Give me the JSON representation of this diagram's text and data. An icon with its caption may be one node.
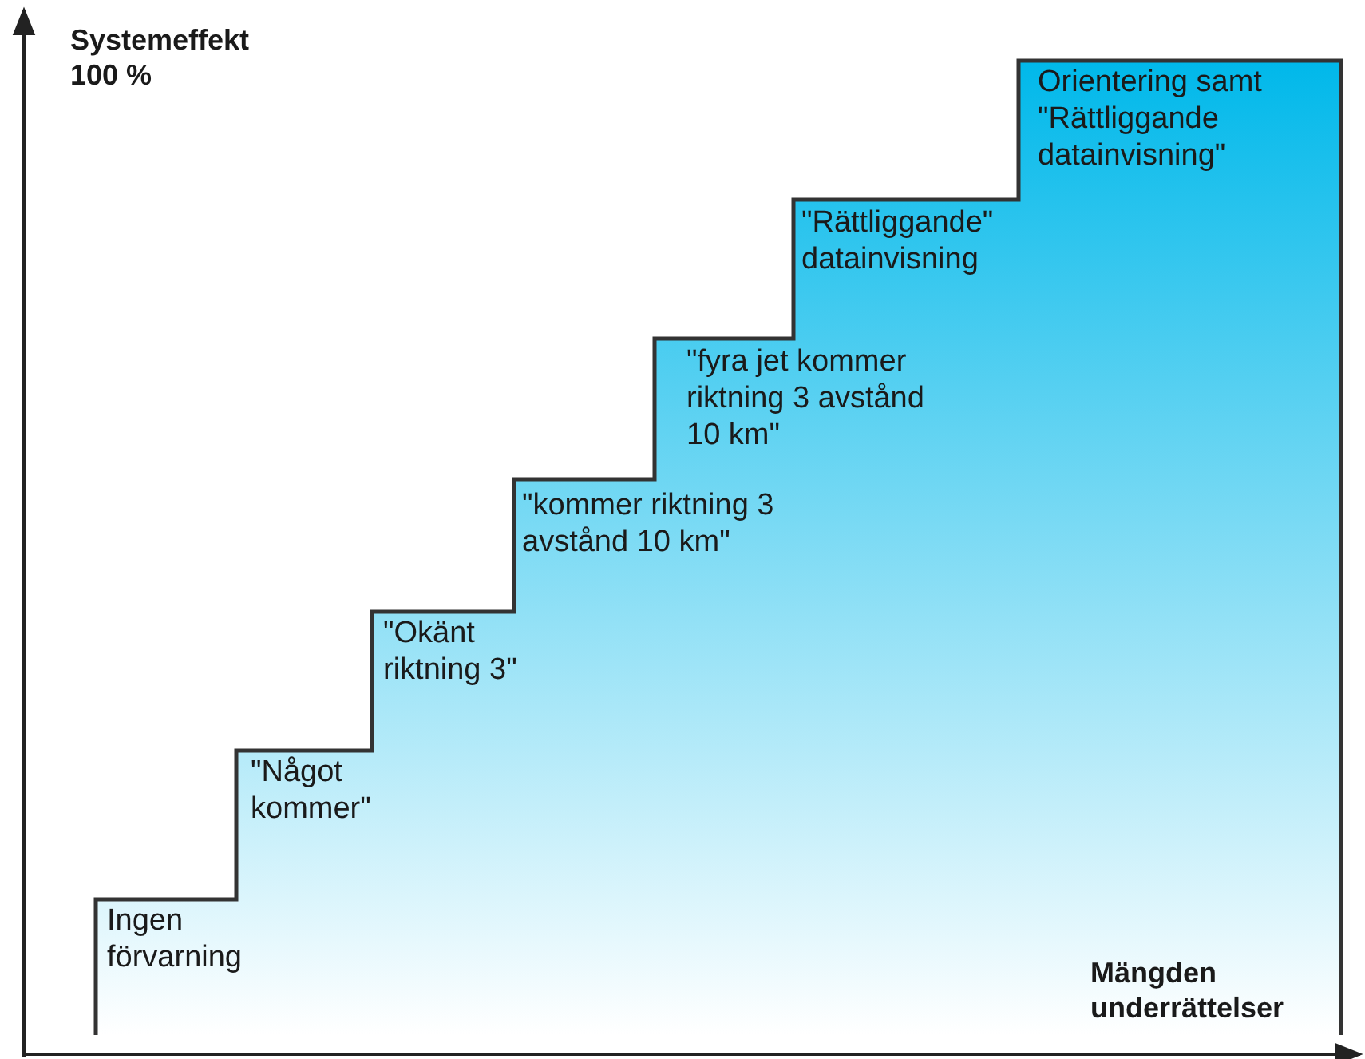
{
  "diagram": {
    "labels": [
      "Systemeffekt 100 %",
      "Ingen förvarning",
      "\"Något kommer\"",
      "\"Okänt riktning 3\"",
      "\"kommer riktning 3 avstånd 10 km\"",
      "\"fyra jet kommer riktning 3 avstånd 10 km\"",
      "\"Rättliggande\" datainvisning",
      "Orientering samt \"Rättliggande datainvisning\"",
      "Mängden underrättelser"
    ]
  }
}
